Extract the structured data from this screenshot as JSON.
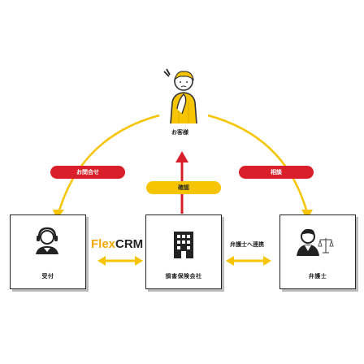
{
  "customer": {
    "label": "お客様"
  },
  "pills": {
    "inquiry": "お問合せ",
    "consult": "相談",
    "confirm": "確認"
  },
  "reception": {
    "label": "受付"
  },
  "crm": {
    "flex": "Flex",
    "rest": "CRM"
  },
  "insurer": {
    "label": "損害保険会社"
  },
  "link": {
    "label": "弁護士へ連携"
  },
  "lawyer": {
    "label": "弁護士"
  },
  "colors": {
    "red": "#d9202a",
    "yellow": "#f6c400",
    "ink": "#222222",
    "shadow": "#bdbdbd"
  }
}
